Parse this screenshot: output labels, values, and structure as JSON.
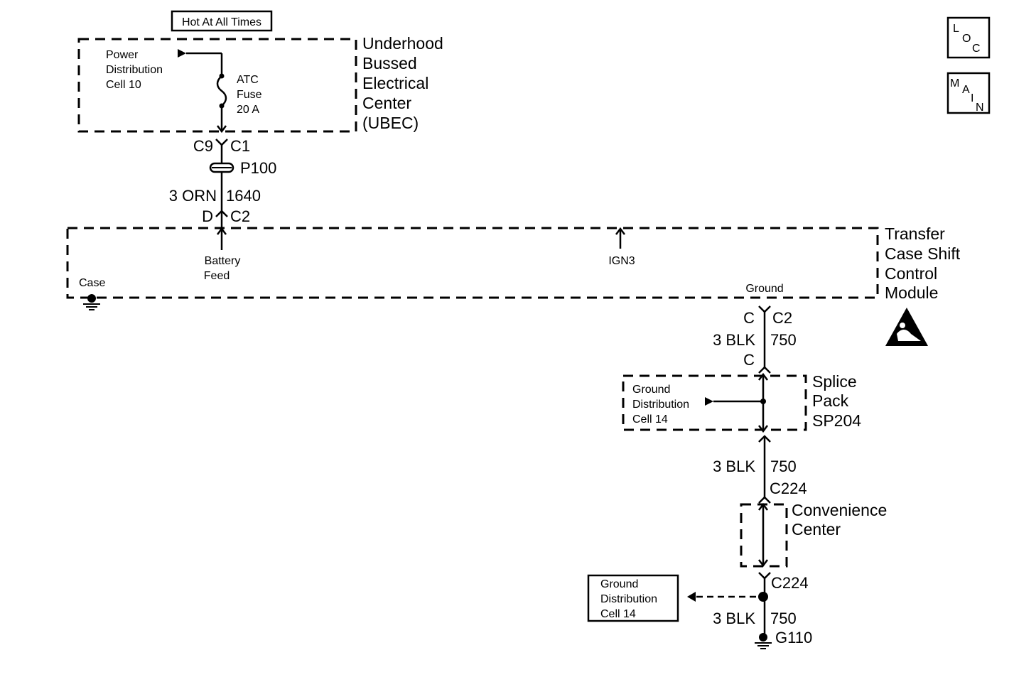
{
  "hot_label": "Hot At All Times",
  "ubec": {
    "lines": [
      "Underhood",
      "Bussed",
      "Electrical",
      "Center",
      "(UBEC)"
    ],
    "power_lines": [
      "Power",
      "Distribution",
      "Cell 10"
    ],
    "fuse_lines": [
      "ATC",
      "Fuse",
      "20 A"
    ],
    "conn_left": "C9",
    "conn_right": "C1"
  },
  "p100": "P100",
  "wire_orn": {
    "gauge_color": "3 ORN",
    "circuit": "1640"
  },
  "tcscm_conn": {
    "pin": "D",
    "connector": "C2"
  },
  "tcscm": {
    "lines": [
      "Transfer",
      "Case Shift",
      "Control",
      "Module"
    ],
    "battery_lines": [
      "Battery",
      "Feed"
    ],
    "ign": "IGN3",
    "case": "Case",
    "ground": "Ground",
    "gnd_pin": "C",
    "gnd_conn": "C2"
  },
  "wire_blk_1": {
    "gauge_color": "3 BLK",
    "circuit": "750",
    "pin": "C"
  },
  "splice": {
    "lines": [
      "Splice",
      "Pack",
      "SP204"
    ],
    "ref_lines": [
      "Ground",
      "Distribution",
      "Cell 14"
    ]
  },
  "wire_blk_2": {
    "gauge_color": "3 BLK",
    "circuit": "750",
    "connector": "C224"
  },
  "convenience": {
    "lines": [
      "Convenience",
      "Center"
    ]
  },
  "c224_lower": "C224",
  "ground_ref_lines": [
    "Ground",
    "Distribution",
    "Cell 14"
  ],
  "wire_blk_3": {
    "gauge_color": "3 BLK",
    "circuit": "750"
  },
  "ground_point": "G110",
  "loc_letters": [
    "L",
    "O",
    "C"
  ],
  "main_letters": [
    "M",
    "A",
    "I",
    "N"
  ]
}
